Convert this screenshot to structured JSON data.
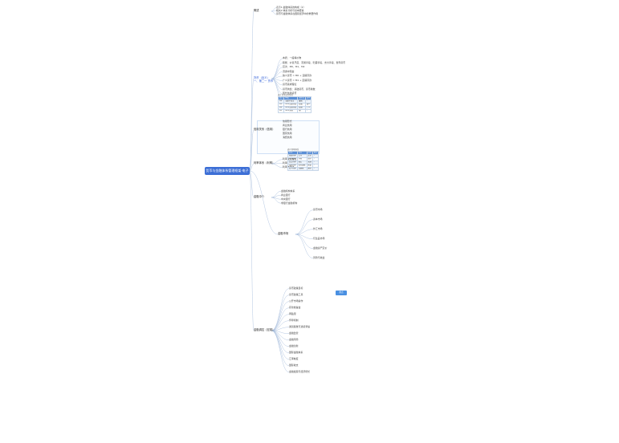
{
  "root": "货币与金融体系管理框架·电子",
  "sections": [
    {
      "label": "概述",
      "children": [
        "表示1.金融体系的构成（2）",
        "相关2.体系分析与基本要素",
        "货币与金融体系在国民经济中的重要作用"
      ]
    },
    {
      "label": "货币（含义）",
      "sublabel": "一、第二一 货币",
      "blue": true,
      "children": [
        "本质：一般等价物",
        "职能：价值尺度、流通手段、贮藏手段、支付手段、世界货币",
        "层次：M0、M1、M2",
        "流通中现金",
        "狭义货币 = M0 + 活期存款",
        "广义货币 = M1 + 定期存款",
        "货币需求理论",
        "货币供给：基础货币、货币乘数",
        "现代信用货币",
        "流动性"
      ]
    },
    {
      "label": "信用关系（信用）",
      "children": [
        "信用形式",
        "商业信用",
        "银行信用",
        "国家信用",
        "消费信用"
      ]
    },
    {
      "label": "利率体系（利率）",
      "children": [
        "利率决定理论",
        "利率结构",
        "利率市场化"
      ]
    },
    {
      "label": "金融中介",
      "children": [
        "金融机构体系",
        "商业银行",
        "中央银行",
        "非银行金融机构"
      ]
    },
    {
      "label": "金融市场",
      "children": [
        "货币市场",
        "资本市场",
        "外汇市场",
        "衍生品市场",
        "金融资产定价",
        "风险与收益"
      ]
    },
    {
      "label": "金融调控（宏观）",
      "children": [
        "货币政策目标",
        "货币政策工具",
        "公开市场操作",
        "存款准备金",
        "再贴现",
        "传导机制",
        "通货膨胀与通货紧缩",
        "金融监管",
        "金融风险",
        "金融创新",
        "国际金融体系",
        "汇率制度",
        "国际收支",
        "金融发展与经济增长"
      ]
    }
  ],
  "tag_label": "重点",
  "table1": {
    "title": "表1 货币层次划分",
    "headers": [
      "层次",
      "构成",
      "流动性",
      "说明"
    ],
    "rows": [
      [
        "M0",
        "流通中现金",
        "最强",
        "-"
      ],
      [
        "M1",
        "M0+活期存款",
        "较强",
        "狭义"
      ],
      [
        "M2",
        "M1+定期存款",
        "较弱",
        "广义"
      ],
      [
        "M3",
        "M2+其他",
        "弱",
        "-"
      ]
    ]
  },
  "table2": {
    "title": "表2 利率体系",
    "headers": [
      "类型",
      "特点",
      "作用",
      "备注"
    ],
    "rows": [
      [
        "基准利率",
        "主导",
        "定价",
        "-"
      ],
      [
        "市场利率",
        "浮动",
        "调节",
        "-"
      ],
      [
        "官定利率",
        "固定",
        "管理",
        "-"
      ],
      [
        "实际利率",
        "扣除通胀",
        "衡量",
        "-"
      ],
      [
        "名义利率",
        "含通胀",
        "报价",
        "-"
      ]
    ]
  }
}
